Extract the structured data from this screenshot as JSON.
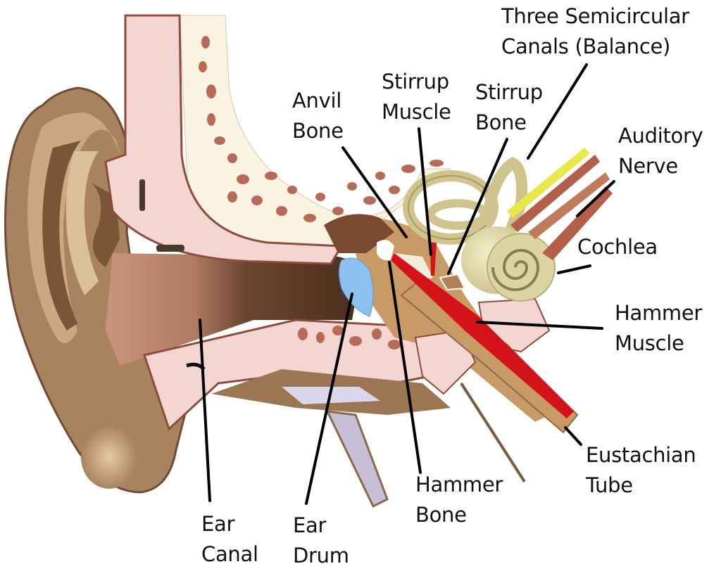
{
  "diagram": {
    "subject": "Anatomy of the human ear (cross-section)",
    "colors": {
      "outer_ear": "#a8835f",
      "outer_ear_dark": "#7a5538",
      "outer_ear_light": "#c9a882",
      "bone_pink": "#f3d6d2",
      "bone_spots": "#b86a58",
      "bone_outline": "#8e4c3c",
      "skull_cream": "#fbf3e2",
      "canal": "#c28d78",
      "canal_dark": "#5a3a26",
      "eardrum": "#8cc0ee",
      "middle_ear": "#c99a65",
      "inner_ear": "#d9d0a0",
      "inner_ear_shade": "#b9ae78",
      "muscle_red": "#d4121a",
      "nerve_yellow": "#e8e84a",
      "nerve_brown": "#b2604c",
      "leader_line": "#000000"
    },
    "labels": [
      {
        "id": "semicircular-canals",
        "lines": [
          "Three Semicircular",
          "Canals (Balance)"
        ]
      },
      {
        "id": "stirrup-muscle",
        "lines": [
          "Stirrup",
          "Muscle"
        ]
      },
      {
        "id": "stirrup-bone",
        "lines": [
          "Stirrup",
          "Bone"
        ]
      },
      {
        "id": "anvil-bone",
        "lines": [
          "Anvil",
          "Bone"
        ]
      },
      {
        "id": "auditory-nerve",
        "lines": [
          "Auditory",
          "Nerve"
        ]
      },
      {
        "id": "cochlea",
        "lines": [
          "Cochlea"
        ]
      },
      {
        "id": "hammer-muscle",
        "lines": [
          "Hammer",
          "Muscle"
        ]
      },
      {
        "id": "eustachian-tube",
        "lines": [
          "Eustachian",
          "Tube"
        ]
      },
      {
        "id": "hammer-bone",
        "lines": [
          "Hammer",
          "Bone"
        ]
      },
      {
        "id": "ear-drum",
        "lines": [
          "Ear",
          "Drum"
        ]
      },
      {
        "id": "ear-canal",
        "lines": [
          "Ear",
          "Canal"
        ]
      }
    ]
  }
}
